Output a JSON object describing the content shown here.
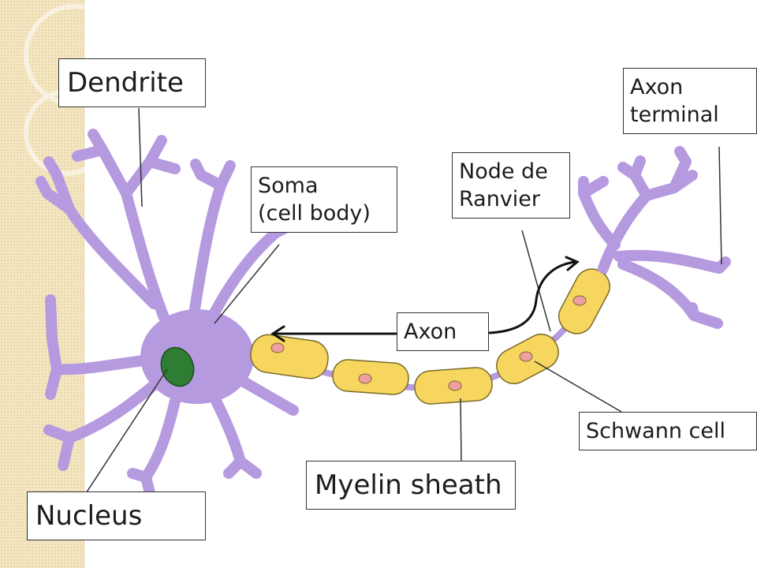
{
  "labels": {
    "dendrite": "Dendrite",
    "axon_terminal": [
      "Axon",
      "terminal"
    ],
    "node_de_ranvier": [
      "Node de",
      "Ranvier"
    ],
    "soma": [
      "Soma",
      "(cell body)"
    ],
    "axon": "Axon",
    "schwann_cell": "Schwann cell",
    "myelin_sheath": "Myelin sheath",
    "nucleus": "Nucleus"
  },
  "colors": {
    "neuron_body": "#b59ae0",
    "neuron_outline": "#6f6f6f",
    "myelin": "#f6d65f",
    "myelin_outline": "#7a6a2a",
    "schwann_nucleus": "#ef9ea1",
    "cell_nucleus": "#2e7d32",
    "slide_band": "#f4e6c2"
  }
}
